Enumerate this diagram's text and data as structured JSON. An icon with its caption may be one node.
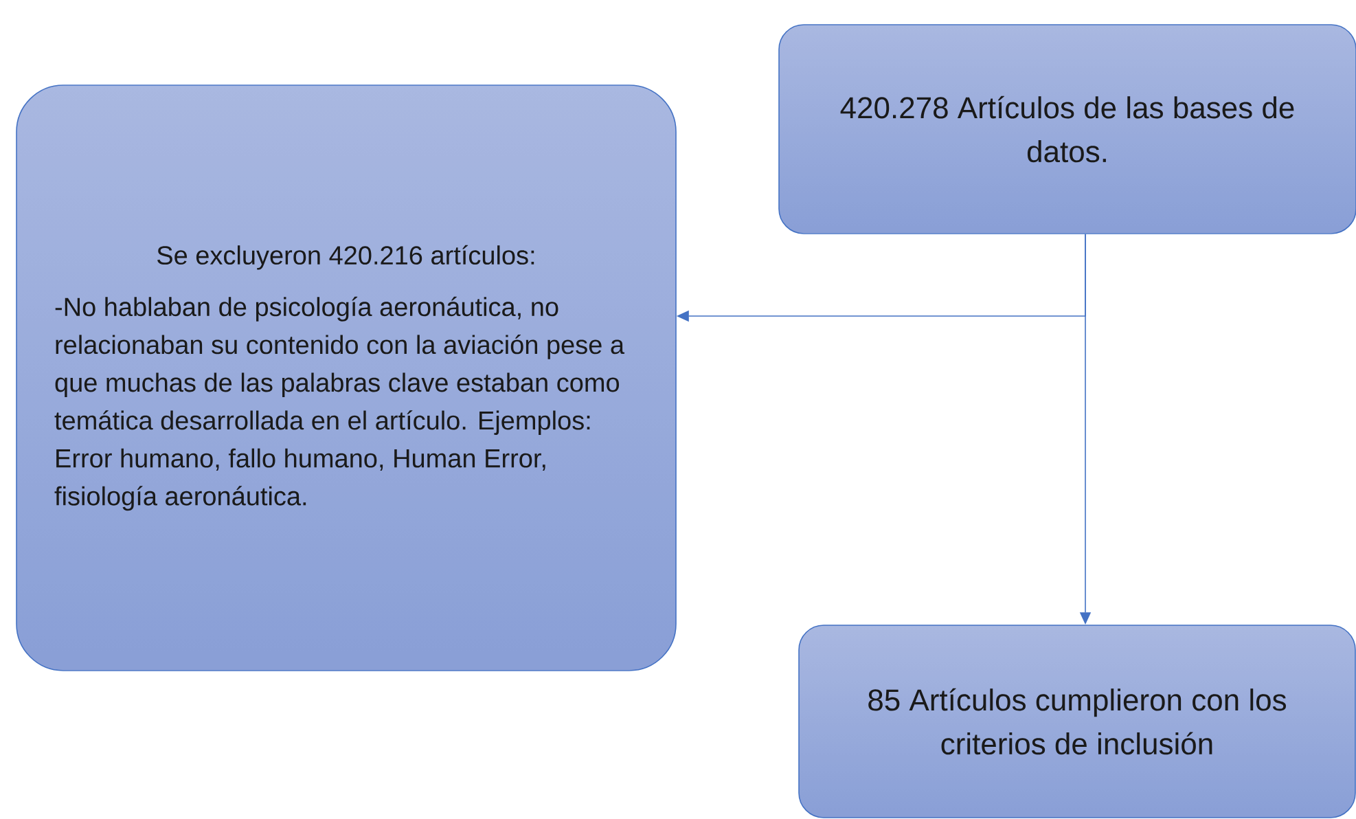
{
  "diagram": {
    "nodes": [
      {
        "text": [
          "420.278 Artículos de las bases de datos."
        ]
      },
      {
        "text": [
          "Se excluyeron 420.216 artículos:",
          "-No hablaban de psicología aeronáutica, no relacionaban su contenido con la aviación pese a que muchas de las palabras clave estaban como temática desarrollada en el artículo. Ejemplos: Error humano, fallo humano, Human Error, fisiología aeronáutica."
        ]
      },
      {
        "text": [
          "85 Artículos cumplieron con los criterios de inclusión"
        ]
      }
    ],
    "edges": [
      {
        "from": 0,
        "to": 1,
        "arrow": "to"
      },
      {
        "from": 0,
        "to": 2,
        "arrow": "to"
      }
    ]
  }
}
